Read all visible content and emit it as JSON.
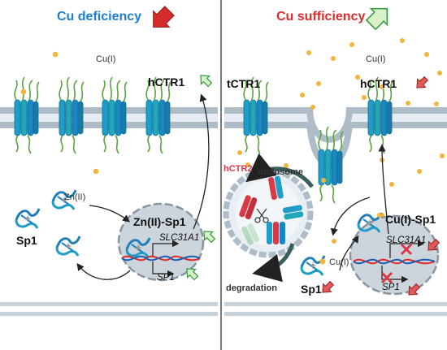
{
  "panels": {
    "left": {
      "title": "Cu deficiency",
      "title_color": "#1a7fd1"
    },
    "right": {
      "title": "Cu sufficiency",
      "title_color": "#e02b2b"
    }
  },
  "labels": {
    "cu_left": "Cu(I)",
    "cu_right": "Cu(I)",
    "hctr1_left": "hCTR1",
    "hctr1_right": "hCTR1",
    "tctr1": "tCTR1",
    "zn": "Zn(II)",
    "sp1_left": "Sp1",
    "sp1_right": "Sp1",
    "zn_sp1": "Zn(II)-Sp1",
    "cu_sp1": "Cu(I)-Sp1",
    "slc_left": "SLC31A1",
    "slc_right": "SLC31A1",
    "sp1gene_left": "SP1",
    "sp1gene_right": "SP1",
    "hctr2": "hCTR2",
    "endosome": "endosome",
    "degradation": "degradation",
    "cu_bound": "Cu(I)"
  },
  "colors": {
    "up_arrow": "#2e9a3a",
    "down_arrow": "#d52b2b",
    "receptor": "#1d9bc7",
    "copper": "#f3b43c"
  }
}
